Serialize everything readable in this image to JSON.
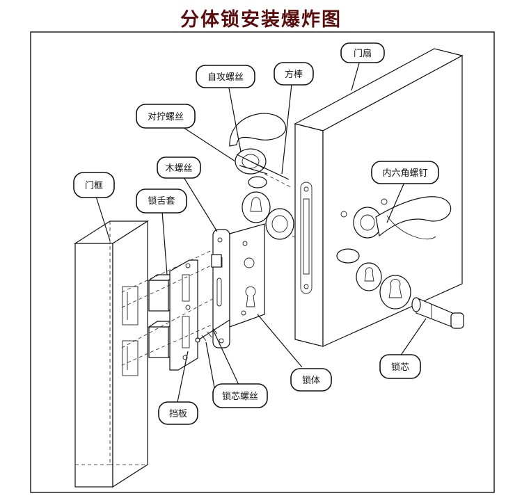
{
  "title": "分体锁安装爆炸图",
  "labels": {
    "door_leaf": "门扇",
    "self_tapping_screw": "自攻螺丝",
    "square_bar": "方棒",
    "through_screw": "对拧螺丝",
    "wood_screw": "木螺丝",
    "hex_screw": "内六角螺钉",
    "door_frame": "门框",
    "latch_sleeve": "锁舌套",
    "cylinder_screw": "锁芯螺丝",
    "lock_body": "锁体",
    "lock_cylinder": "锁芯",
    "strike_plate": "挡板"
  }
}
